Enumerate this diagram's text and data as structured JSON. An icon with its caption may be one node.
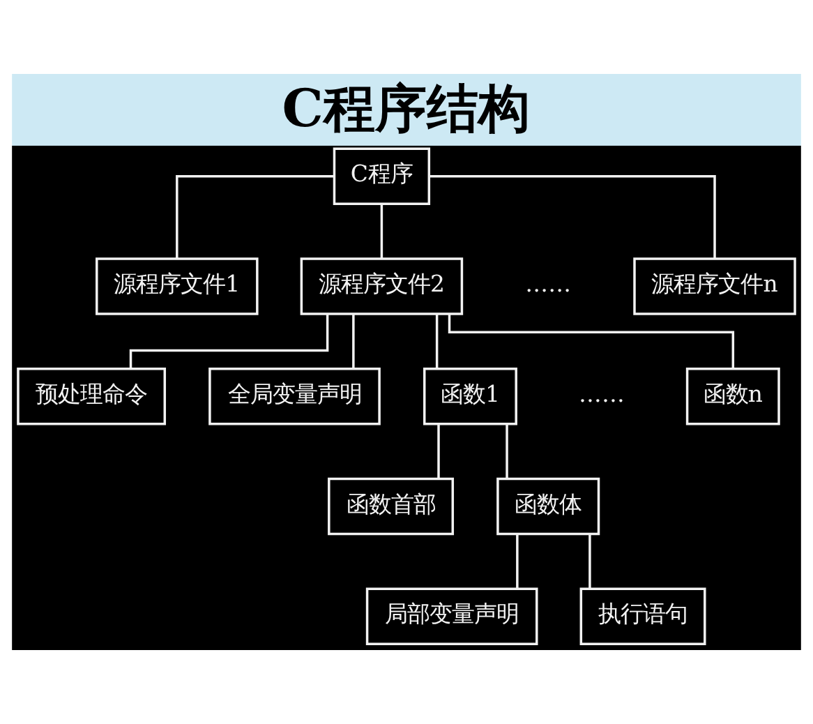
{
  "diagram": {
    "title": "C程序结构",
    "nodes": [
      {
        "text": [
          "C程序"
        ]
      },
      {
        "text": [
          "源程序文件1"
        ]
      },
      {
        "text": [
          "源程序文件2"
        ]
      },
      {
        "text": [
          "源程序文件n"
        ]
      },
      {
        "text": [
          "预处理命令"
        ]
      },
      {
        "text": [
          "全局变量声明"
        ]
      },
      {
        "text": [
          "函数1"
        ]
      },
      {
        "text": [
          "函数n"
        ]
      },
      {
        "text": [
          "函数首部"
        ]
      },
      {
        "text": [
          "函数体"
        ]
      },
      {
        "text": [
          "局部变量声明"
        ]
      },
      {
        "text": [
          "执行语句"
        ]
      }
    ],
    "edges": [
      {
        "from": 0,
        "to": 1,
        "arrow": "none"
      },
      {
        "from": 0,
        "to": 2,
        "arrow": "none"
      },
      {
        "from": 0,
        "to": 3,
        "arrow": "none"
      },
      {
        "from": 2,
        "to": 4,
        "arrow": "none"
      },
      {
        "from": 2,
        "to": 5,
        "arrow": "none"
      },
      {
        "from": 2,
        "to": 6,
        "arrow": "none"
      },
      {
        "from": 2,
        "to": 7,
        "arrow": "none"
      },
      {
        "from": 6,
        "to": 8,
        "arrow": "none"
      },
      {
        "from": 6,
        "to": 9,
        "arrow": "none"
      },
      {
        "from": 9,
        "to": 10,
        "arrow": "none"
      },
      {
        "from": 9,
        "to": 11,
        "arrow": "none"
      }
    ],
    "labels": [
      "……",
      "……"
    ]
  }
}
